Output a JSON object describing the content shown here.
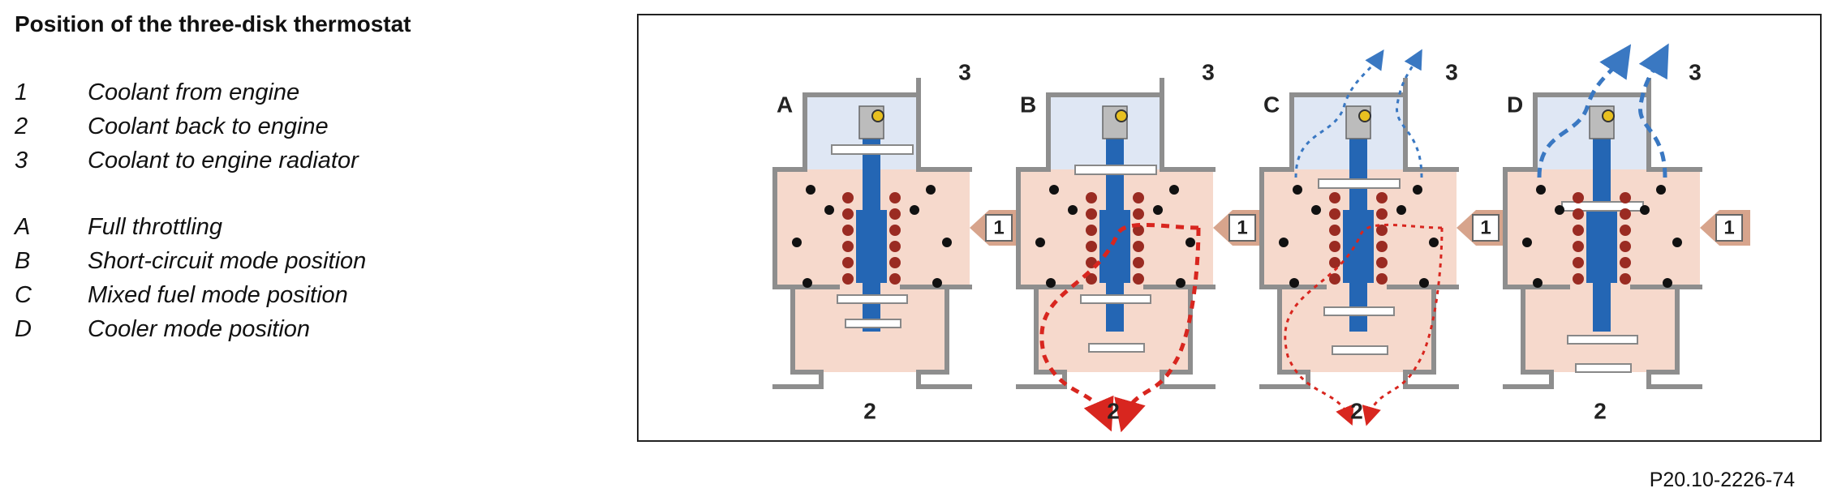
{
  "title": "Position of the three-disk thermostat",
  "legend": [
    {
      "key": "1",
      "text": "Coolant from engine"
    },
    {
      "key": "2",
      "text": "Coolant back to engine"
    },
    {
      "key": "3",
      "text": "Coolant to engine radiator"
    },
    {
      "key": "A",
      "text": "Full throttling"
    },
    {
      "key": "B",
      "text": "Short-circuit mode position"
    },
    {
      "key": "C",
      "text": "Mixed fuel mode position"
    },
    {
      "key": "D",
      "text": "Cooler mode position"
    }
  ],
  "panels": [
    {
      "letter": "A",
      "label_top": "3",
      "label_side": "1",
      "label_bottom": "2",
      "upper_flow": "none",
      "lower_flow": "none"
    },
    {
      "letter": "B",
      "label_top": "3",
      "label_side": "1",
      "label_bottom": "2",
      "upper_flow": "none",
      "lower_flow": "red"
    },
    {
      "letter": "C",
      "label_top": "3",
      "label_side": "1",
      "label_bottom": "2",
      "upper_flow": "blue-light",
      "lower_flow": "red-light"
    },
    {
      "letter": "D",
      "label_top": "3",
      "label_side": "1",
      "label_bottom": "2",
      "upper_flow": "blue",
      "lower_flow": "none"
    }
  ],
  "colors": {
    "housing": "#8e8e8e",
    "upper_chamber": "#dfe7f4",
    "middle_chamber": "#f6d9cc",
    "valve_stem": "#2466b4",
    "spring": "#9a2b22",
    "hot_flow": "#d8261f",
    "cold_flow": "#3a78c2",
    "arrow_tag": "#d7a48c"
  },
  "reference_code": "P20.10-2226-74"
}
